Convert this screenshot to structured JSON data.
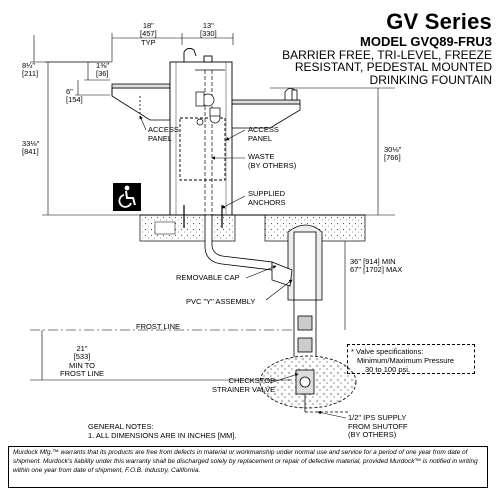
{
  "title": {
    "series": "GV Series",
    "model": "MODEL GVQ89-FRU3",
    "description": [
      "BARRIER FREE, TRI-LEVEL, FREEZE",
      "RESISTANT, PEDESTAL MOUNTED",
      "DRINKING FOUNTAIN"
    ]
  },
  "dimensions": {
    "width_bowl": "18\"",
    "width_bowl_mm": "[457]",
    "width_bowl_note": "TYP",
    "width_pedestal": "13\"",
    "width_pedestal_mm": "[330]",
    "high_spout": "8¼\"",
    "high_spout_mm": "[211]",
    "small_offset": "1⅜\"",
    "small_offset_mm": "[36]",
    "low_bowl": "6\"",
    "low_bowl_mm": "[154]",
    "left_height": "33⅛\"",
    "left_height_mm": "[841]",
    "right_height": "30⅛\"",
    "right_height_mm": "[766]",
    "bury_depth": "36\" [914] MIN",
    "bury_depth_max": "67\" [1702] MAX",
    "frost_depth": "21\"",
    "frost_depth_mm": "[533]",
    "frost_depth_note1": "MIN TO",
    "frost_depth_note2": "FROST LINE"
  },
  "labels": {
    "access_panel_left": [
      "ACCESS",
      "PANEL"
    ],
    "access_panel_right": [
      "ACCESS",
      "PANEL"
    ],
    "waste": [
      "WASTE",
      "(BY OTHERS)"
    ],
    "supplied_anchors": [
      "SUPPLIED",
      "ANCHORS"
    ],
    "removable_cap": "REMOVABLE CAP",
    "pvc_assembly": "PVC \"Y\" ASSEMBLY",
    "frost_line": "FROST LINE",
    "checkstop": [
      "CHECKSTOP",
      "STRAINER VALVE"
    ],
    "supply": [
      "1/2\" IPS SUPPLY",
      "FROM SHUTOFF",
      "(BY OTHERS)"
    ]
  },
  "spec_box": [
    "* Valve specifications:",
    "Minimum/Maximum Pressure",
    "30 to 100 psi."
  ],
  "general_notes": [
    "GENERAL NOTES:",
    "1. ALL DIMENSIONS ARE IN INCHES [MM]."
  ],
  "footer": "Murdock Mfg.™ warrants that its products are free from defects in material or workmanship under normal use and service for a period of one year from date of shipment. Murdock's liability under this warranty shall be discharged solely by replacement or repair of defective material, provided Murdock™ is notified in writing within one year from date of shipment, F.O.B. Industry, California.",
  "icons": {
    "accessibility": "wheelchair-icon"
  }
}
